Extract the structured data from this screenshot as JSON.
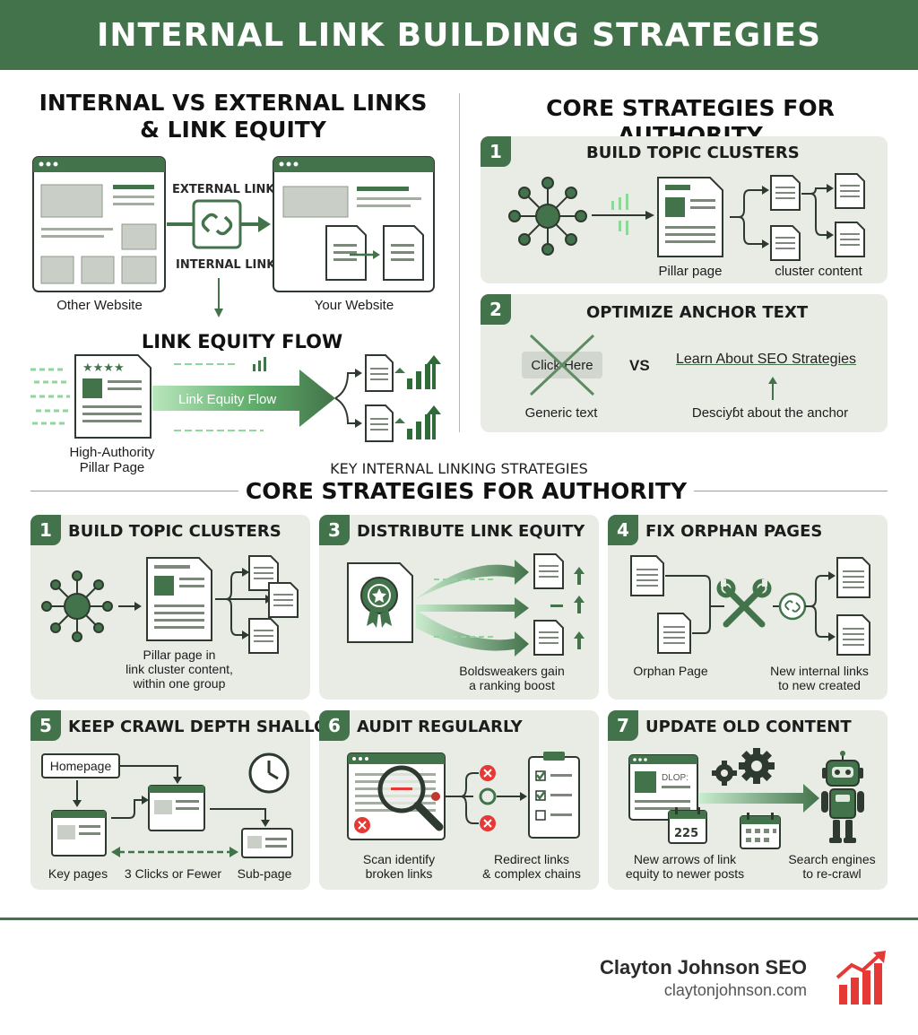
{
  "header": {
    "title": "INTERNAL LINK BUILDING STRATEGIES"
  },
  "left_section": {
    "title_line1": "INTERNAL VS EXTERNAL LINKS",
    "title_line2": "& LINK EQUITY",
    "external_link_label": "EXTERNAL LINK",
    "internal_link_label": "INTERNAL LINK",
    "other_site_label": "Other Website",
    "your_site_label": "Your Website",
    "flow_title": "LINK EQUITY FLOW",
    "flow_arrow_label": "Link Equity Flow",
    "pillar_label_line1": "High-Authority",
    "pillar_label_line2": "Pillar Page"
  },
  "right_section": {
    "title": "CORE STRATEGIES FOR AUTHORITY",
    "card1": {
      "number": "1",
      "title": "BUILD TOPIC CLUSTERS",
      "pillar_label": "Pillar page",
      "cluster_label": "cluster content"
    },
    "card2": {
      "number": "2",
      "title": "OPTIMIZE ANCHOR TEXT",
      "bad_anchor": "Click Here",
      "vs": "VS",
      "good_anchor": "Learn About SEO Strategies",
      "generic_label": "Generic text",
      "descriptive_label": "Desciyɓt about the anchor"
    }
  },
  "middle": {
    "subtitle": "KEY INTERNAL LINKING STRATEGIES",
    "title": "CORE STRATEGIES FOR AUTHORITY"
  },
  "cards": [
    {
      "number": "1",
      "title": "BUILD TOPIC CLUSTERS",
      "caption_line1": "Pillar page in",
      "caption_line2": "link cluster content,",
      "caption_line3": "within one group"
    },
    {
      "number": "3",
      "title": "DISTRIBUTE LINK EQUITY",
      "caption_line1": "Boldsweakers gain",
      "caption_line2": "a ranking boost"
    },
    {
      "number": "4",
      "title": "FIX ORPHAN PAGES",
      "orphan_label": "Orphan Page",
      "caption_line1": "New internal links",
      "caption_line2": "to new created"
    },
    {
      "number": "5",
      "title": "KEEP CRAWL DEPTH SHALLOW",
      "homepage_label": "Homepage",
      "key_pages_label": "Key pages",
      "clicks_label": "3 Clicks or Fewer",
      "subpage_label": "Sub-page"
    },
    {
      "number": "6",
      "title": "AUDIT REGULARLY",
      "scan_line1": "Scan identify",
      "scan_line2": "broken links",
      "redirect_line1": "Redirect links",
      "redirect_line2": "& complex chains"
    },
    {
      "number": "7",
      "title": "UPDATE OLD CONTENT",
      "old_page_text": "DLOP:",
      "calendar_text": "225",
      "new_line1": "New arrows of link",
      "new_line2": "equity to newer posts",
      "search_line1": "Search engines",
      "search_line2": "to re-crawl"
    }
  ],
  "footer": {
    "brand_name": "Clayton Johnson SEO",
    "brand_url": "claytonjohnson.com"
  },
  "colors": {
    "brand_green": "#43734b",
    "panel_bg": "#e8ece5",
    "accent_red": "#e53935",
    "light_green": "#8fd69a"
  }
}
